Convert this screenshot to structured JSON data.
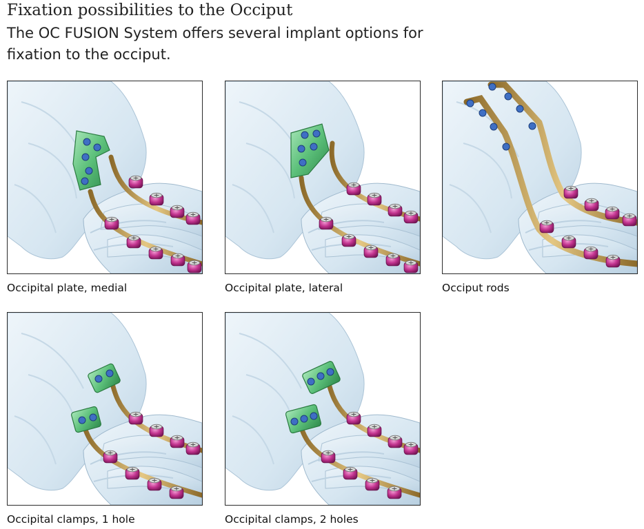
{
  "header": {
    "title": "Fixation possibilities to the Occiput",
    "subtitle": "The OC FUSION System offers several implant options for fixation to the occiput."
  },
  "figures": [
    {
      "caption": "Occipital plate, medial"
    },
    {
      "caption": "Occipital plate, lateral"
    },
    {
      "caption": "Occiput rods"
    },
    {
      "caption": "Occipital clamps, 1 hole"
    },
    {
      "caption": "Occipital clamps, 2 holes"
    }
  ],
  "colors": {
    "bone": "#dbe9f3",
    "rod": "#c9a55a",
    "screw_head": "#c2338f",
    "plate": "#5cc07a",
    "set_screw": "#3f6fc4"
  }
}
